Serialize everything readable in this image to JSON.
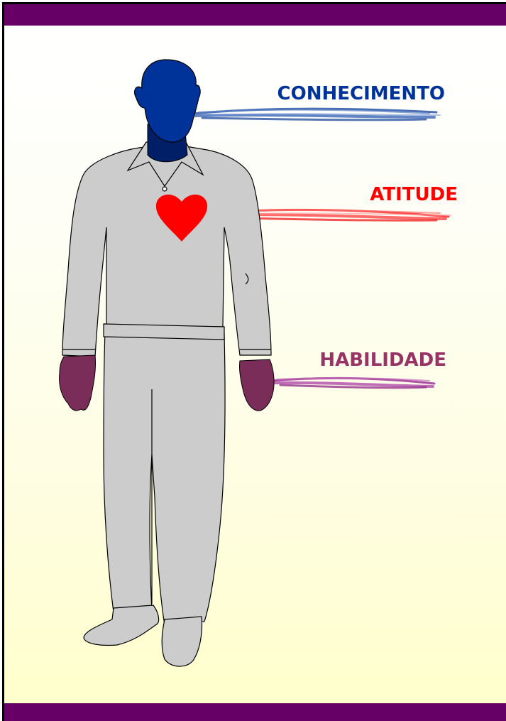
{
  "labels": {
    "knowledge": "CONHECIMENTO",
    "attitude": "ATITUDE",
    "skill": "HABILIDADE"
  },
  "colors": {
    "bars": "#660066",
    "knowledge": "#003399",
    "attitude": "#ff0000",
    "skill": "#993366",
    "head": "#003399",
    "neck": "#001f66",
    "heart": "#ff0000",
    "hands": "#7b2d5a",
    "suit": "#cccccc"
  },
  "icons": {
    "figure": "person-icon",
    "heart": "heart-icon"
  }
}
